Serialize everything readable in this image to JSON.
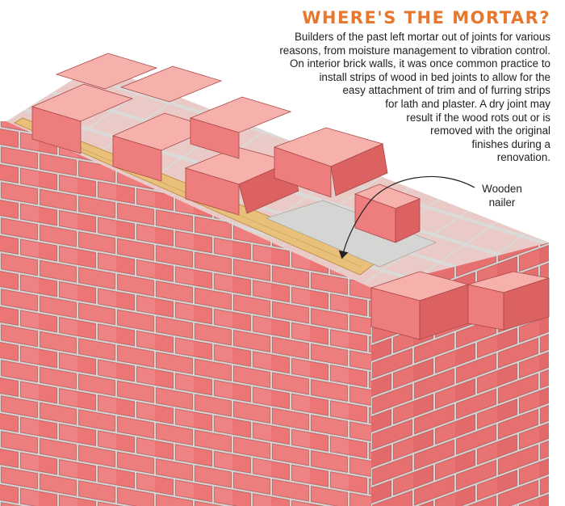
{
  "title": "WHERE'S THE MORTAR?",
  "caption_lines": [
    "Builders of the past left mortar out of joints for various",
    "reasons, from moisture management to vibration control.",
    "On interior brick walls, it was once common practice to",
    "install strips of wood in bed joints to allow for the",
    "easy attachment of trim and of furring strips",
    "for lath and plaster. A dry joint may",
    "result if the wood rots out or is",
    "removed with the original",
    "finishes during a",
    "renovation."
  ],
  "callout_lines": [
    "Wooden",
    "nailer"
  ],
  "colors": {
    "title": "#e8772e",
    "brick_face": "#ee7d7d",
    "brick_top": "#f6b1ac",
    "brick_end": "#dc6262",
    "mortar": "#d9dad8",
    "wood": "#e9c07a",
    "text": "#1e1e1e"
  }
}
